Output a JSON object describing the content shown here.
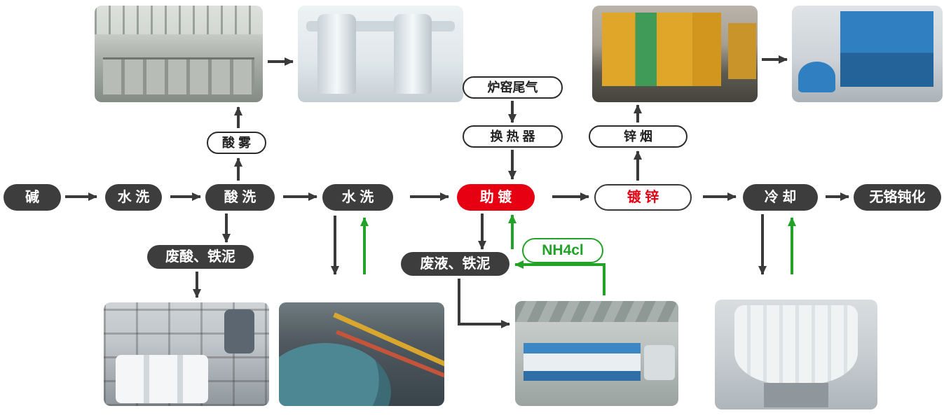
{
  "diagram_title": "galvanizing-process-flow",
  "colors": {
    "dark_box": "#3d3d3d",
    "red_box": "#e60012",
    "red_text": "#e60012",
    "green": "#22a226",
    "arrow": "#3a3a3a"
  },
  "boxes": {
    "alkali": "碱",
    "water_wash_1": "水 洗",
    "acid_wash": "酸 洗",
    "water_wash_2": "水 洗",
    "flux": "助 镀",
    "galvanize": "镀 锌",
    "cooling": "冷 却",
    "passivation": "无铬钝化",
    "acid_mist": "酸 雾",
    "furnace_tail_gas": "炉窑尾气",
    "heat_exchanger": "换 热 器",
    "zinc_smoke": "锌 烟",
    "waste_acid_iron_mud": "废酸、铁泥",
    "waste_liquid_iron_mud": "废液、铁泥",
    "nh4cl": "NH4cl"
  },
  "photos": [
    {
      "name": "pretreatment-workshop-photo"
    },
    {
      "name": "acid-mist-scrubber-towers-photo"
    },
    {
      "name": "galvanizing-line-photo"
    },
    {
      "name": "bag-dust-collector-photo"
    },
    {
      "name": "waste-acid-treatment-plant-photo"
    },
    {
      "name": "wastewater-tank-photo"
    },
    {
      "name": "filter-press-photo"
    },
    {
      "name": "cooling-tower-photo"
    }
  ]
}
